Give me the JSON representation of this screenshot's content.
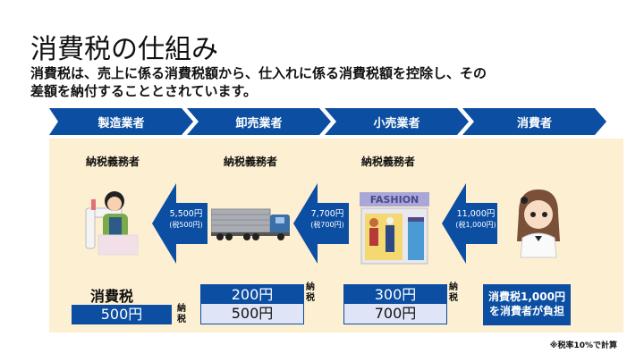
{
  "title": "消費税の仕組み",
  "subtitle": {
    "line1": "消費税は、売上に係る消費税額から、仕入れに係る消費税額を控除し、その",
    "line2": "差額を納付することとされています。"
  },
  "stages": [
    {
      "label": "製造業者",
      "duty_label": "納税義務者",
      "illustration": "sewing-worker"
    },
    {
      "label": "卸売業者",
      "duty_label": "納税義務者",
      "illustration": "truck"
    },
    {
      "label": "小売業者",
      "duty_label": "納税義務者",
      "illustration": "fashion-store",
      "store_sign": "FASHION"
    },
    {
      "label": "消費者",
      "illustration": "consumer-girl"
    }
  ],
  "flows": [
    {
      "price": "5,500円",
      "tax": "(税500円)"
    },
    {
      "price": "7,700円",
      "tax": "(税700円)"
    },
    {
      "price": "11,000円",
      "tax": "(税1,000円)"
    }
  ],
  "taxes": {
    "manufacturer": {
      "label": "消費税",
      "value": "500円"
    },
    "wholesaler": {
      "paid": "200円",
      "value": "500円"
    },
    "retailer": {
      "paid": "300円",
      "value": "700円"
    },
    "consumer": {
      "line1": "消費税1,000円",
      "line2": "を消費者が負担"
    }
  },
  "payment_note": {
    "char1": "納",
    "char2": "税"
  },
  "footnote": "※税率10%で計算",
  "colors": {
    "brand_blue": "#0b4ea2",
    "panel_beige": "#fdf0d2",
    "light_blue": "#dfe5f6"
  }
}
